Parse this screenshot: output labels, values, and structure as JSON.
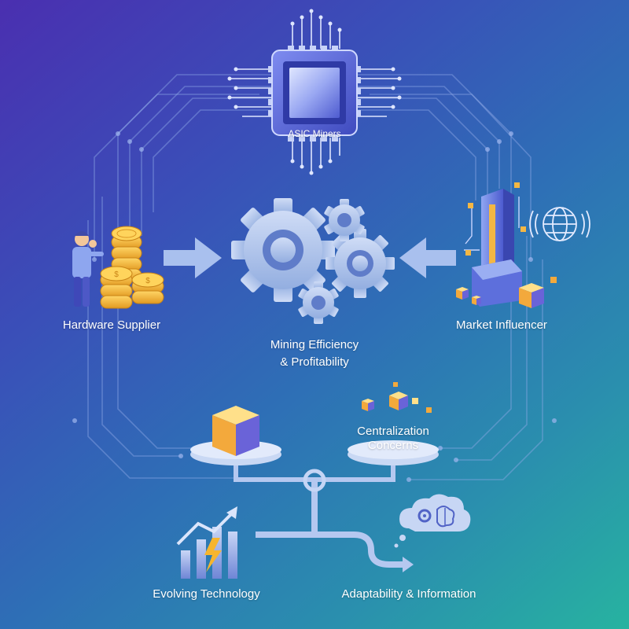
{
  "labels": {
    "asic": "ASIC Miners",
    "hardware": "Hardware Supplier",
    "market": "Market Influencer",
    "mining_line1": "Mining Efficiency",
    "mining_line2": "& Profitability",
    "central_line1": "Centralization",
    "central_line2": "Concerns",
    "evolving": "Evolving Technology",
    "adapt": "Adaptability & Information"
  },
  "colors": {
    "gold": "#f2b83a",
    "gear": "#b9cbee",
    "chip": "#5b6bd6",
    "circuit": "#8fa8e6",
    "cube_top": "#ffe08a",
    "cube_left": "#f3a93c",
    "cube_right": "#6a63d8"
  },
  "icons": [
    "cpu-chip-icon",
    "gears-icon",
    "coin-stack-icon",
    "person-icon",
    "tower-icon",
    "globe-icon",
    "balance-scale-icon",
    "growth-chart-icon",
    "brain-cloud-icon",
    "cube-icon"
  ]
}
